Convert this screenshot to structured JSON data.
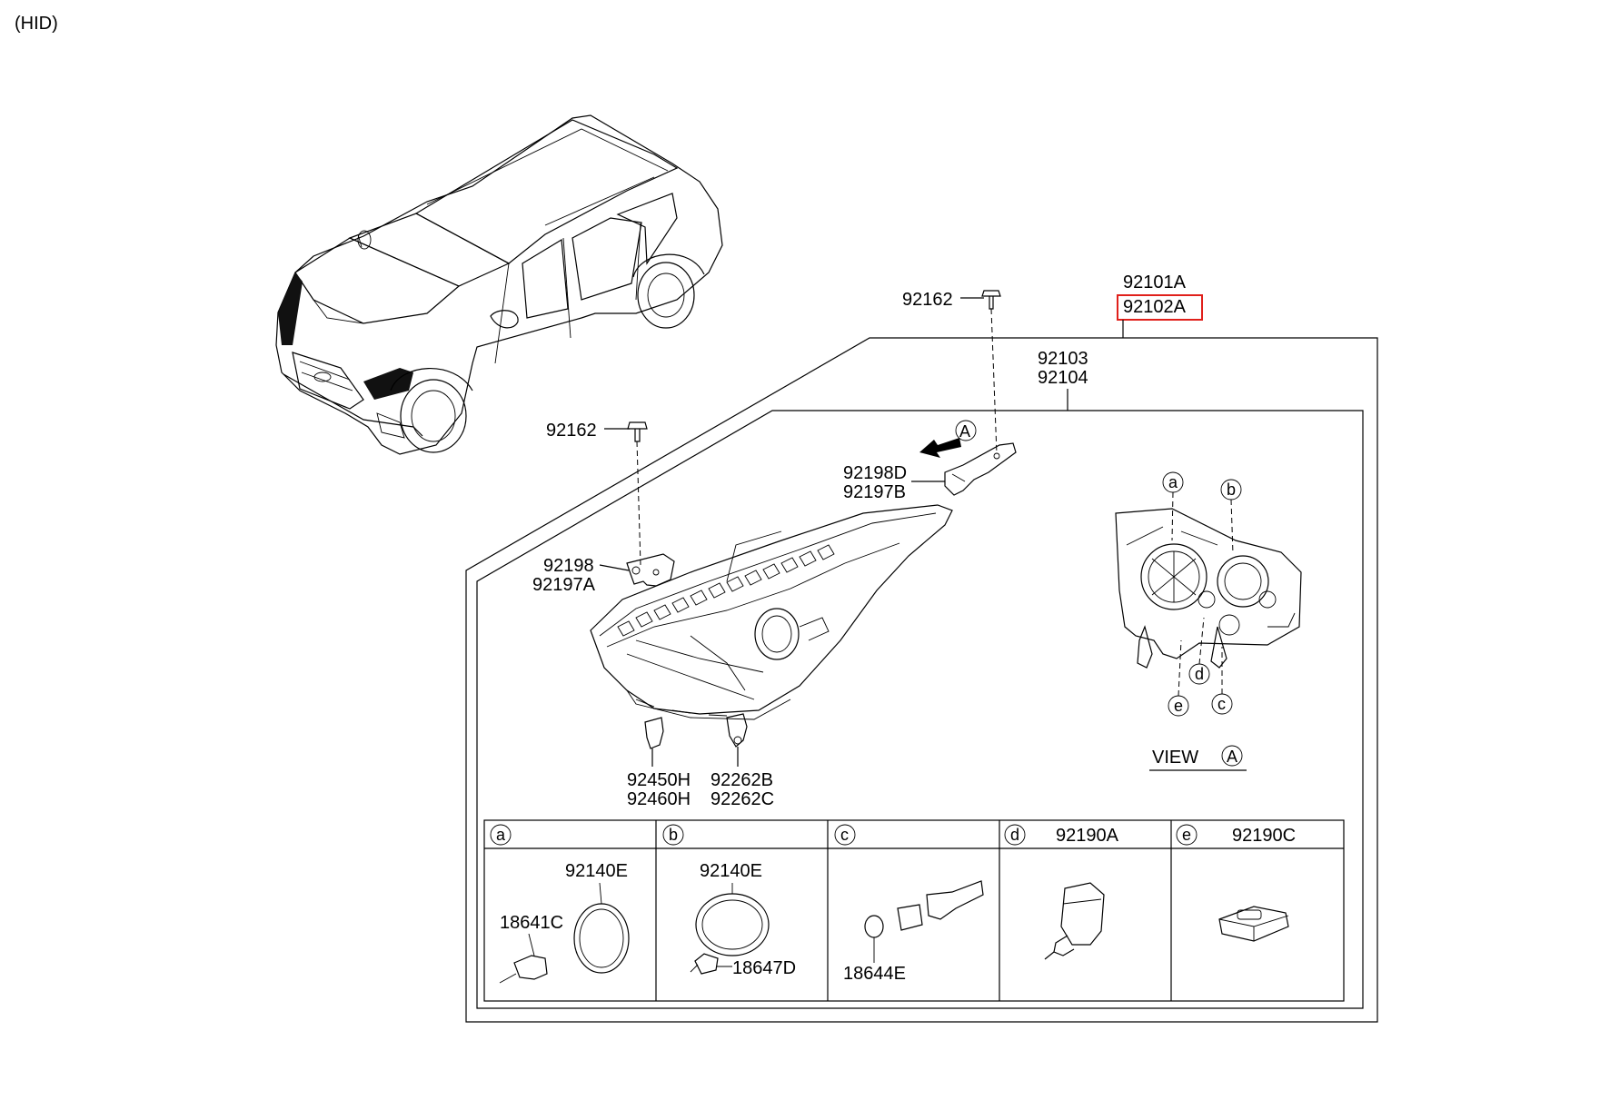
{
  "title": "(HID)",
  "assembly": {
    "code_upper": "92101A",
    "code_selected": "92102A",
    "sub_upper": "92103",
    "sub_lower": "92104"
  },
  "callouts": {
    "screw_top": "92162",
    "screw_left": "92162",
    "bracket_a_upper": "92198D",
    "bracket_a_lower": "92197B",
    "bracket_b_upper": "92198",
    "bracket_b_lower": "92197A",
    "clip_left_upper": "92450H",
    "clip_left_lower": "92460H",
    "clip_right_upper": "92262B",
    "clip_right_lower": "92262C",
    "arrow_ref": "A"
  },
  "view": {
    "label": "VIEW",
    "ref": "A",
    "markers": [
      "a",
      "b",
      "c",
      "d",
      "e"
    ]
  },
  "detail_table": [
    {
      "key": "a",
      "header_part": "",
      "parts": [
        "92140E",
        "18641C"
      ]
    },
    {
      "key": "b",
      "header_part": "",
      "parts": [
        "92140E",
        "18647D"
      ]
    },
    {
      "key": "c",
      "header_part": "",
      "parts": [
        "18644E"
      ]
    },
    {
      "key": "d",
      "header_part": "92190A",
      "parts": []
    },
    {
      "key": "e",
      "header_part": "92190C",
      "parts": []
    }
  ],
  "colors": {
    "highlight": "#e0201b",
    "ink": "#000000"
  }
}
